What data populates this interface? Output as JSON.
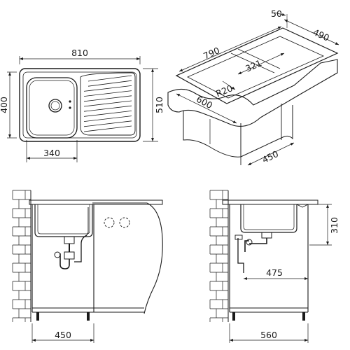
{
  "top_view": {
    "overall_width": "810",
    "overall_depth": "400",
    "outer_depth": "510",
    "bowl_width": "340"
  },
  "iso_view": {
    "flange": "50",
    "depth": "490",
    "length": "790",
    "bowl_length": "321",
    "radius": "R20",
    "cabinet_width": "600",
    "cabinet_depth": "450"
  },
  "front_view": {
    "cabinet_width": "450"
  },
  "side_view": {
    "cabinet_width": "560",
    "drain_offset": "475",
    "sink_height": "310"
  }
}
